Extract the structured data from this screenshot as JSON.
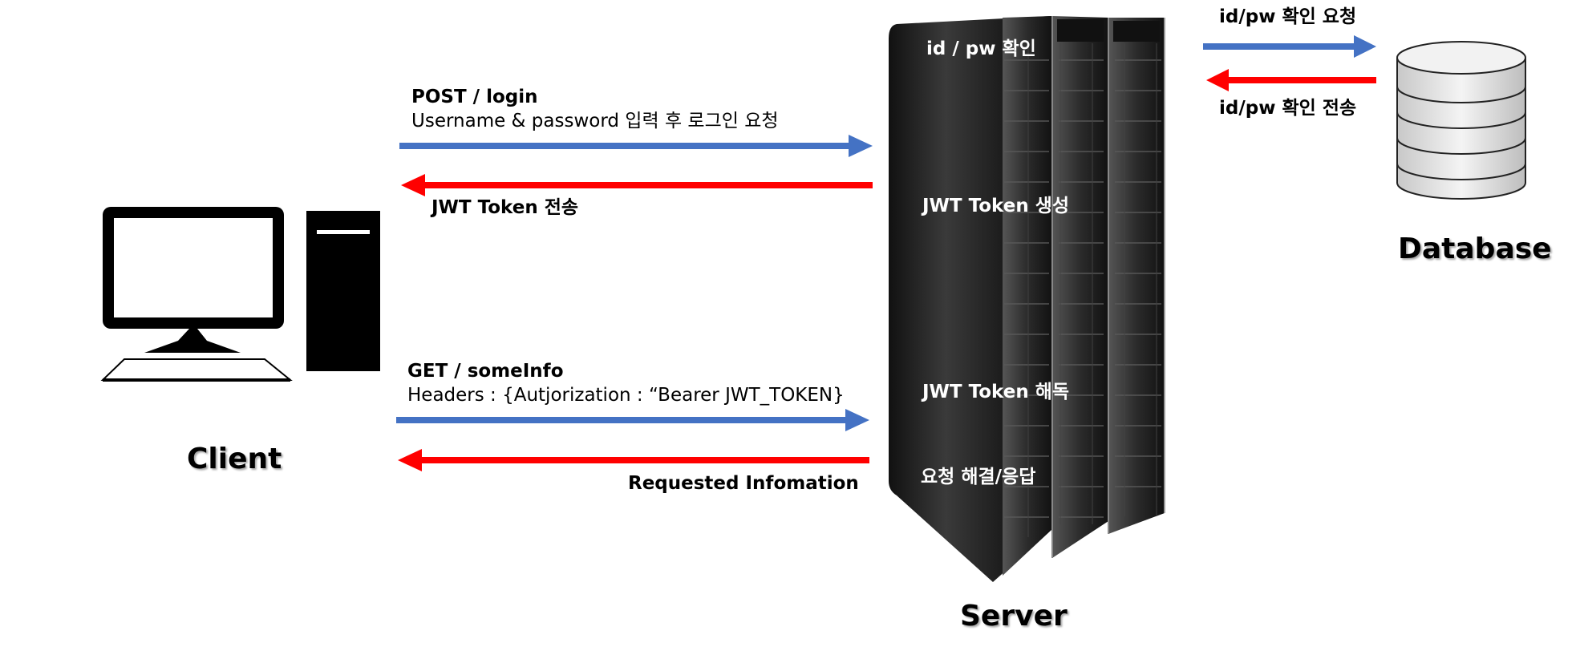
{
  "colors": {
    "request_arrow": "#4472c4",
    "response_arrow": "#ff0000"
  },
  "client": {
    "label": "Client"
  },
  "server": {
    "label": "Server",
    "steps": [
      "id / pw 확인",
      "JWT Token 생성",
      "JWT Token 해독",
      "요청 해결/응답"
    ]
  },
  "database": {
    "label": "Database"
  },
  "login_flow": {
    "request_title": "POST / login",
    "request_detail": "Username & password 입력 후 로그인 요청",
    "response": "JWT Token 전송"
  },
  "info_flow": {
    "request_title": "GET / someInfo",
    "request_detail": "Headers : {Autjorization : “Bearer JWT_TOKEN}",
    "response": "Requested Infomation"
  },
  "db_flow": {
    "request": "id/pw 확인 요청",
    "response": "id/pw 확인 전송"
  }
}
